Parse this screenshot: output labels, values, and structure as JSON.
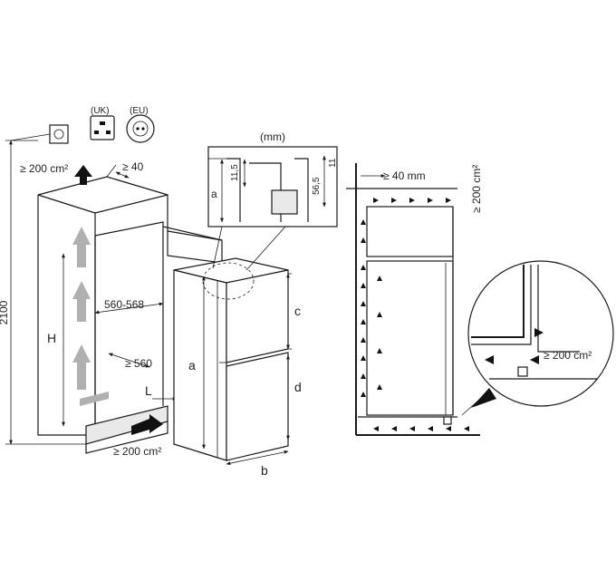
{
  "labels": {
    "vent_top": "≥ 200 cm²",
    "vent_bottom": "≥ 200 cm²",
    "gap_top": "≥ 40",
    "height_total": "2100",
    "height_h": "H",
    "width_niche": "560-568",
    "depth_niche": "≥ 560",
    "dim_l": "L",
    "dim_a_appliance": "a",
    "dim_b": "b",
    "dim_c": "c",
    "dim_d": "d",
    "detail_unit": "(mm)",
    "detail_a": "a",
    "detail_11_5": "11,5",
    "detail_56_5": "56,5",
    "detail_11": "11",
    "socket_uk": "(UK)",
    "socket_eu": "(EU)",
    "side_gap": "≥ 40 mm",
    "side_vent_top": "≥ 200 cm²",
    "side_vent_zoom": "≥ 200 cm²"
  },
  "icons": [
    "uk-socket-icon",
    "eu-socket-icon",
    "wall-socket-icon",
    "airflow-arrow-icon"
  ],
  "colors": {
    "line": "#1a1a1a",
    "airflow": "#b0b0b0",
    "background": "#ffffff"
  }
}
